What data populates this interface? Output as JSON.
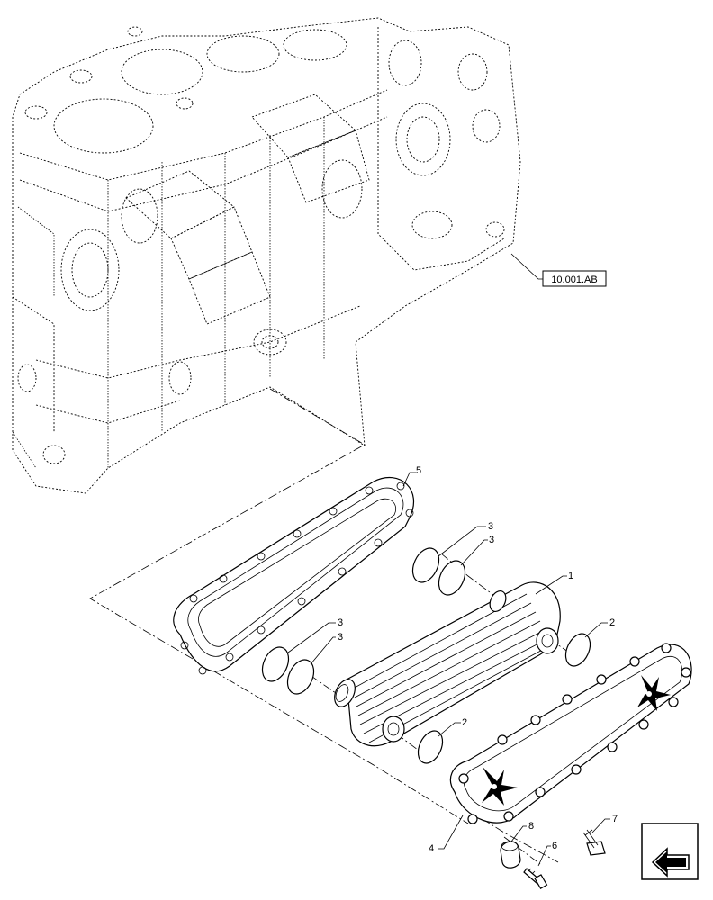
{
  "reference_label": "10.001.AB",
  "callouts": {
    "c1": "1",
    "c2a": "2",
    "c2b": "2",
    "c3a": "3",
    "c3b": "3",
    "c3c": "3",
    "c3d": "3",
    "c4": "4",
    "c5": "5",
    "c6": "6",
    "c7": "7",
    "c8": "8"
  },
  "icons": {
    "corner_nav": "arrow-left-icon"
  }
}
